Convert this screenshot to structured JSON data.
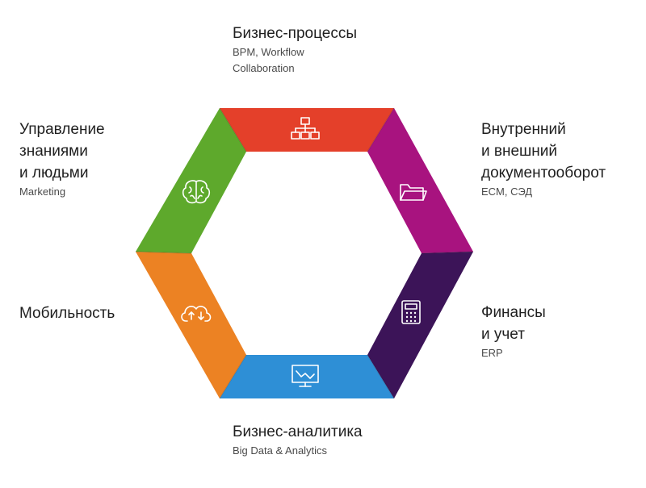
{
  "segments": [
    {
      "key": "top",
      "color": "#e4402a",
      "icon": "org-chart-icon"
    },
    {
      "key": "upper-right",
      "color": "#a8137f",
      "icon": "folder-icon"
    },
    {
      "key": "lower-right",
      "color": "#3c1458",
      "icon": "calculator-icon"
    },
    {
      "key": "bottom",
      "color": "#2e8fd6",
      "icon": "monitor-chart-icon"
    },
    {
      "key": "lower-left",
      "color": "#ec8223",
      "icon": "cloud-sync-icon"
    },
    {
      "key": "upper-left",
      "color": "#5ea92c",
      "icon": "brain-icon"
    }
  ],
  "labels": {
    "top": {
      "title": [
        "Бизнес-процессы"
      ],
      "sub": [
        "BPM, Workflow",
        "Collaboration"
      ]
    },
    "upper_right": {
      "title": [
        "Внутренний",
        "и внешний",
        "документооборот"
      ],
      "sub": [
        "ECM, СЭД"
      ]
    },
    "lower_right": {
      "title": [
        "Финансы",
        "и учет"
      ],
      "sub": [
        "ERP"
      ]
    },
    "bottom": {
      "title": [
        "Бизнес-аналитика"
      ],
      "sub": [
        "Big Data & Analytics"
      ]
    },
    "lower_left": {
      "title": [
        "Мобильность"
      ],
      "sub": []
    },
    "upper_left": {
      "title": [
        "Управление",
        "знаниями",
        "и людьми"
      ],
      "sub": [
        "Marketing"
      ]
    }
  }
}
